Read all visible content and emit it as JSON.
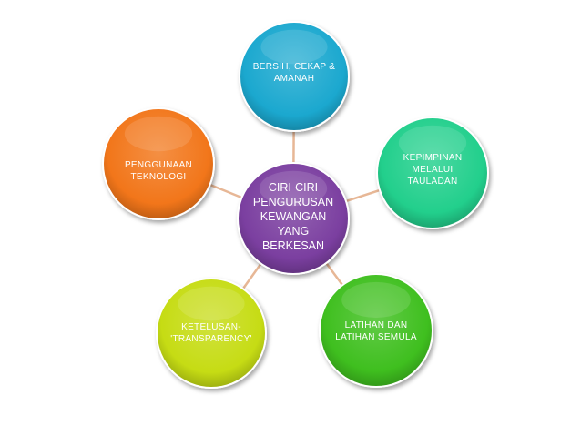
{
  "diagram": {
    "center": {
      "lines": [
        "CIRI-CIRI",
        "PENGURUSAN",
        "KEWANGAN",
        "YANG",
        "BERKESAN"
      ],
      "color": "#7b3fa0"
    },
    "nodes": [
      {
        "id": "bersih",
        "lines": [
          "BERSIH, CEKAP &",
          "AMANAH"
        ],
        "color": "#1ba8cf"
      },
      {
        "id": "kepimpinan",
        "lines": [
          "KEPIMPINAN",
          "MELALUI",
          "TAULADAN"
        ],
        "color": "#22cf8c"
      },
      {
        "id": "latihan",
        "lines": [
          "LATIHAN DAN",
          "LATIHAN SEMULA"
        ],
        "color": "#3fbf1f"
      },
      {
        "id": "ketelusan",
        "lines": [
          "KETELUSAN-",
          "'TRANSPARENCY'"
        ],
        "color": "#c6dc14"
      },
      {
        "id": "teknologi",
        "lines": [
          "PENGGUNAAN",
          "TEKNOLOGI"
        ],
        "color": "#f2761a"
      }
    ],
    "connector_color": "#e7b796"
  }
}
